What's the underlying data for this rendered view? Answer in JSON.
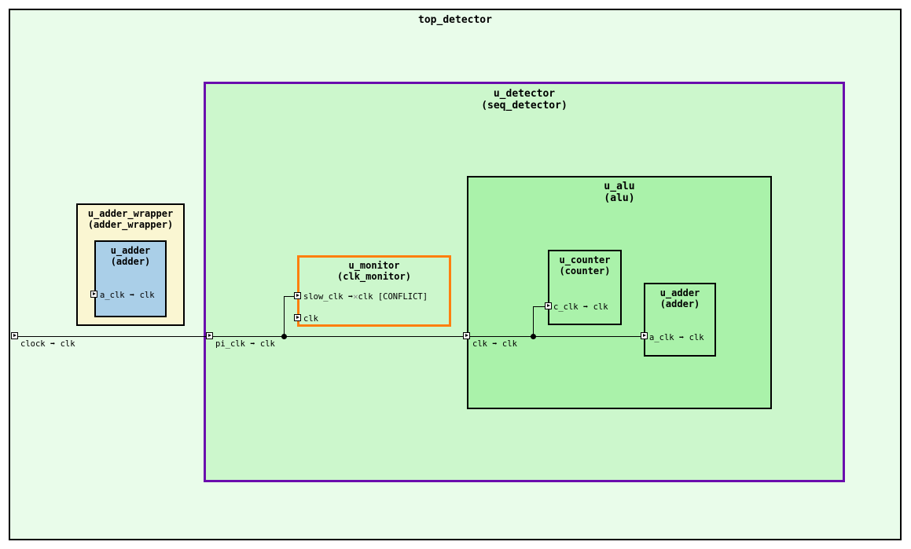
{
  "diagram": {
    "type": "hierarchical-clock-connectivity",
    "top": {
      "name": "top_detector",
      "fill_color": "#e9fcea",
      "border_color": "#000000"
    },
    "modules": [
      {
        "id": "detector",
        "instance": "u_detector",
        "type": "(seq_detector)",
        "fill_color": "#ccf7cc",
        "border_color": "#6a0dad",
        "highlighted": true
      },
      {
        "id": "alu",
        "instance": "u_alu",
        "type": "(alu)",
        "fill_color": "#aaf2aa",
        "border_color": "#000000"
      },
      {
        "id": "adder_wrapper",
        "instance": "u_adder_wrapper",
        "type": "(adder_wrapper)",
        "fill_color": "#faf6d2",
        "border_color": "#000000"
      },
      {
        "id": "wrapper_adder",
        "instance": "u_adder",
        "type": "(adder)",
        "fill_color": "#aacfe8",
        "border_color": "#000000"
      },
      {
        "id": "monitor",
        "instance": "u_monitor",
        "type": "(clk_monitor)",
        "fill_color": "#ccf7cc",
        "border_color": "#ff7f0e",
        "conflict": true
      },
      {
        "id": "counter",
        "instance": "u_counter",
        "type": "(counter)",
        "fill_color": "#aaf2aa",
        "border_color": "#000000"
      },
      {
        "id": "alu_adder",
        "instance": "u_adder",
        "type": "(adder)",
        "fill_color": "#aaf2aa",
        "border_color": "#000000"
      }
    ],
    "ports": {
      "top_clock": "clock ➡ clk",
      "detector_clk": "pi_clk ➡ clk",
      "alu_clk": "clk ➡ clk",
      "wrapper_adder_clk": "a_clk ➡ clk",
      "monitor_slow_clk": "slow_clk ➡",
      "monitor_conflict_mark": "✕",
      "monitor_slow_clk_target": "clk [CONFLICT]",
      "monitor_clk": "clk",
      "counter_clk": "c_clk ➡ clk",
      "alu_adder_clk": "a_clk ➡ clk"
    }
  }
}
